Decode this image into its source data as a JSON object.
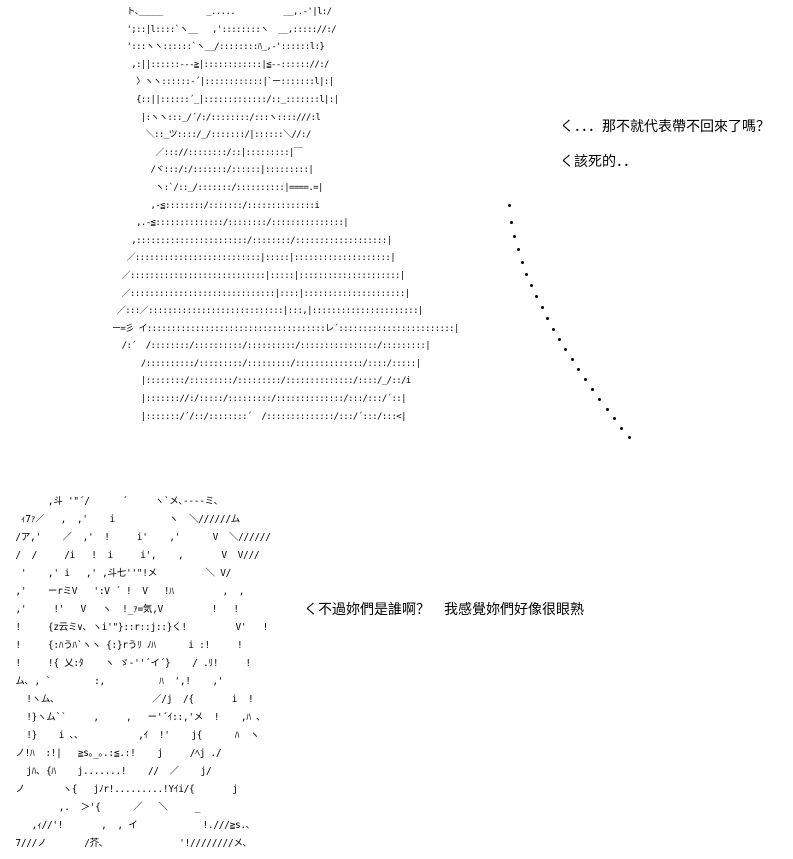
{
  "art": {
    "top_figure": [
      "   ト､_____         _.....          __,.-'|l:/",
      "   ';::|l::::`ヽ__   ,'::::::::ヽ  __,::::://:/",
      "   ':::ヽヽ::::::`ヽ__/::::::::ﾊ_,-'::::::l:}",
      "    ,:||::::::---≧|::::::::::::|≦--:::::://:/",
      "     〉ヽヽ::::::-´|::::::::::::|`ー:::::::l|:|",
      "     {::||::::::´_|:::::::::::::/::_:::::::l|:|",
      "      |:ヽヽ:::_/´/:/::::::::/:::ヽ::::///:l",
      "       ＼::_ツ::::/_/:::::::/|::::::＼//:/",
      "         ／::://::::::::/::|:::::::::|￣",
      "        /ヾ:::/:/:::::::/::::::|:::::::::|",
      "         ヽ:`/::_/:::::::/::::::::::|====.=|",
      "        ,-≦::::::::/:::::::/::::::::::::::i",
      "     ,.-≦::::::::::::::/::::::::/:::::::::::::::|",
      "    ,:::::::::::::::::::::::/::::::::/:::::::::::::::::::|",
      "   ／::::::::::::::::::::::::::|:::::|::::::::::::::::::::|",
      "  ／::::::::::::::::::::::::::::|:::::|:::::::::::::::::::::|",
      "  ／::::::::::::::::::::::::::::::|::::|:::::::::::::::::::::|",
      " ／:::／::::::::::::::::::::::::::::|:::,|::::::::::::::::::::::|",
      "ー=彡 イ:::::::::::::::::::::::::::::::::::::レ´::::::::::::::::::::::::|",
      "  /:´  /::::::::/::::::::::/::::::::::/::::::::::::::::/:::::::::|",
      "      /::::::::::/:::::::::/:::::::::/::::::::::::::/::::/:::::|",
      "      |::::::::/:::::::::/:::::::::/::::::::::::::/::::/_/::/i",
      "      |::::::://:/:::::/:::::::::/::::::::::::::/:::/:::/´::|",
      "      |:::::::/´/::/::::::::´  /::::::::::::::/:::/´:::/:::<|"
    ],
    "bottom_figure": [
      "       ,斗 '\"´/      ´     ヽ`メ､-‐‐-ミ､",
      "  ｨ7ｧ／   ,  ,'    i          ヽ  ＼//////ム",
      " /ア,'    ／  ,'  !     i'    ,'      V  ＼//////",
      " /  /     /i   !  i     i',    ,       V  V///",
      "  '    ,' i   ,' ,斗七''\"!メ         ＼ V/",
      " ,'    ーrミV   ':V ´ !  V   !ﾊ         ,  ,",
      " ,'     !'   V   ヽ  !_ｧ=気,V         !   !",
      " !     {z云ミ∨､ ヽi'\"}::r::j::}く!         V'   !",
      " !     {:ﾊうﾊ`ヽヽ {:}rうﾘ ﾉﾊ      i :!     !",
      " !     !{ 乂:ﾀ    ヽ ゞ-''´イ´}    / .ﾘ!     !",
      " ム､ , `        :,          ﾊ  ',!    ,'",
      "   !ヽム､                  ／/j  /{       i  !",
      "   !}ヽム``     ,     ,   ー'´ｲ::,'メ  !    ,ﾊ ､",
      "   !}    i ､､           ,ｲ  !'    j{      ﾊ  ヽ",
      " ノ!ﾊ  :!|   ≧s｡_｡.:≦.:!    j     /ﾍj ./",
      "   jﾊ､ {ﾊ    j.......!    //  ／    j/",
      " ノ       ヽ{   jﾉr!.........!Yｲi/{       j",
      "         ,.  ＞'{      ／   ＼     _",
      "    ,ｨ//'!       ,  , イ            !.///≧s.､",
      " 7///ノ       /芥､              '!////////メ､"
    ]
  },
  "dialogue": {
    "line1": "く．．．那不就代表帶不回來了嗎？",
    "line2": "く該死的．．",
    "line3": "く不過妳們是誰啊？　我感覺妳們好像很眼熟"
  },
  "trail_dot_count": 22
}
